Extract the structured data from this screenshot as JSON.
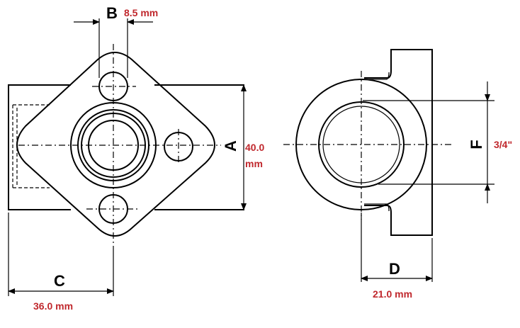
{
  "labels": {
    "b": "B",
    "a": "A",
    "c": "C",
    "d": "D",
    "f": "F"
  },
  "values": {
    "b": "8.5 mm",
    "a_line1": "40.0",
    "a_line2": "mm",
    "c": "36.0 mm",
    "d": "21.0 mm",
    "f": "3/4\""
  },
  "colors": {
    "line": "#000000",
    "value_text": "#c0282d"
  }
}
